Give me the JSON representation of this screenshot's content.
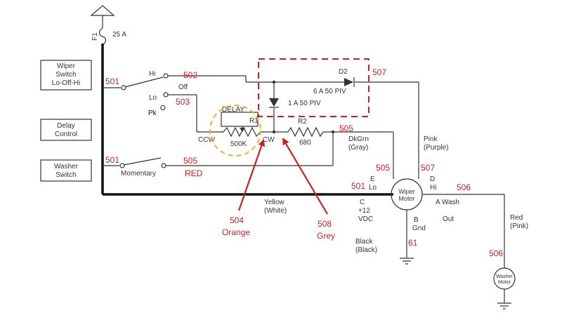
{
  "colors": {
    "wire": "#333333",
    "annotation": "#cc1f1f",
    "highlight_dash": "#e8b230"
  },
  "labels": {
    "wiper_switch_1": "Wiper",
    "wiper_switch_2": "Switch",
    "wiper_switch_3": "Lo-Off-Hi",
    "delay_control_1": "Delay",
    "delay_control_2": "Control",
    "washer_switch_1": "Washer",
    "washer_switch_2": "Switch",
    "fuse_name": "F1",
    "fuse_rating": "25 A",
    "hi": "Hi",
    "off": "Off",
    "lo": "Lo",
    "pk": "Pk",
    "o_mark": "O",
    "momentary": "Momentary",
    "delay": "DELAY",
    "r1": "R1",
    "r2": "R2",
    "ccw": "CCW",
    "cw": "CW",
    "r1_value": "500K",
    "r2_value": "680",
    "d1_rating": "1 A 50 PIV",
    "d2": "D2",
    "d2_rating": "6 A 50 PIV",
    "dkgrn": "DkGrn",
    "gray": "(Gray)",
    "pink": "Pink",
    "purple": "(Purple)",
    "e": "E",
    "e_lo": "Lo",
    "d": "D",
    "d_hi": "Hi",
    "yellow": "Yellow",
    "white": "(White)",
    "c": "C",
    "plus12": "+12",
    "vdc": "VDC",
    "b": "B",
    "gnd": "Gnd",
    "a_wash": "A  Wash",
    "out": "Out",
    "black": "Black",
    "black_paren": "(Black)",
    "red": "Red",
    "pink_paren": "(Pink)",
    "wiper_motor_1": "Wiper",
    "wiper_motor_2": "Motor",
    "washer_motor_1": "Washer",
    "washer_motor_2": "Motor"
  },
  "annotations": {
    "n501a": "501",
    "n502": "502",
    "n503": "503",
    "n501b": "501",
    "n505a": "505",
    "red_word": "RED",
    "n505b": "505",
    "n507a": "507",
    "n505c": "505",
    "n507b": "507",
    "n501c": "501",
    "n506a": "506",
    "n61": "61",
    "n506b": "506",
    "n504": "504",
    "orange": "Orange",
    "n508": "508",
    "grey": "Grey"
  }
}
